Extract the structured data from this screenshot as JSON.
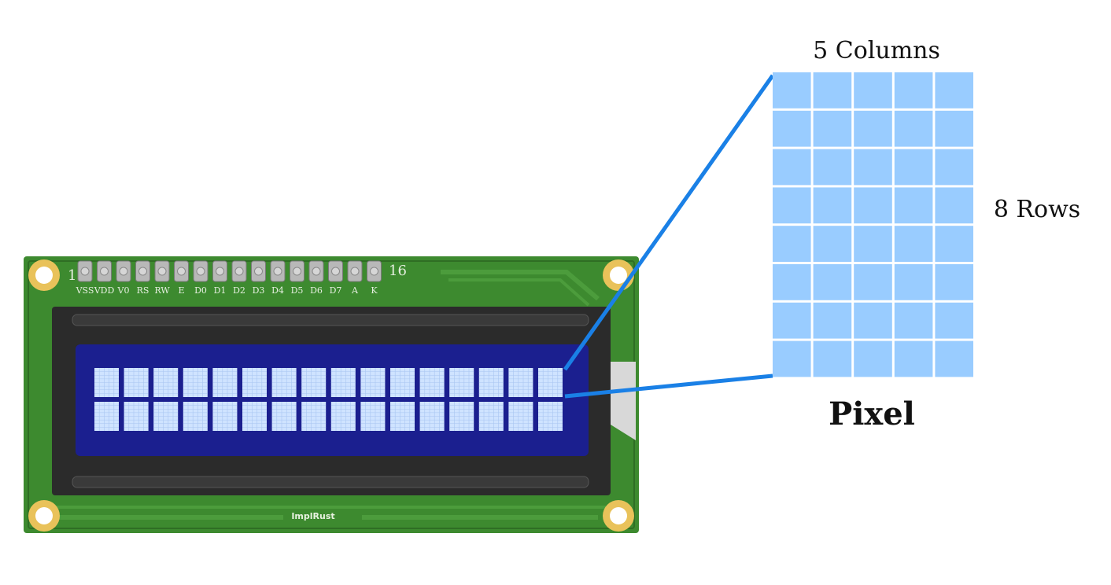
{
  "labels": {
    "columns": "5 Columns",
    "rows": "8 Rows",
    "pixel": "Pixel",
    "brand": "ImplRust"
  },
  "pcb": {
    "pin_first": "1",
    "pin_last": "16",
    "pin_names": [
      "VSS",
      "VDD",
      "V0",
      "RS",
      "RW",
      "E",
      "D0",
      "D1",
      "D2",
      "D3",
      "D4",
      "D5",
      "D6",
      "D7",
      "A",
      "K"
    ]
  },
  "display": {
    "char_columns": 16,
    "char_rows": 2
  },
  "zoom_grid": {
    "columns": 5,
    "rows": 8
  },
  "colors": {
    "pcb": "#3d8a2f",
    "pcb_dark": "#2f6e24",
    "bezel": "#2b2b2b",
    "lcd_screen": "#1b1f8f",
    "pixel_cell": "#99ccff",
    "lcd_cell": "#cfe3ff",
    "pointer_line": "#1a80e6",
    "gold_pad": "#e9c25a"
  }
}
